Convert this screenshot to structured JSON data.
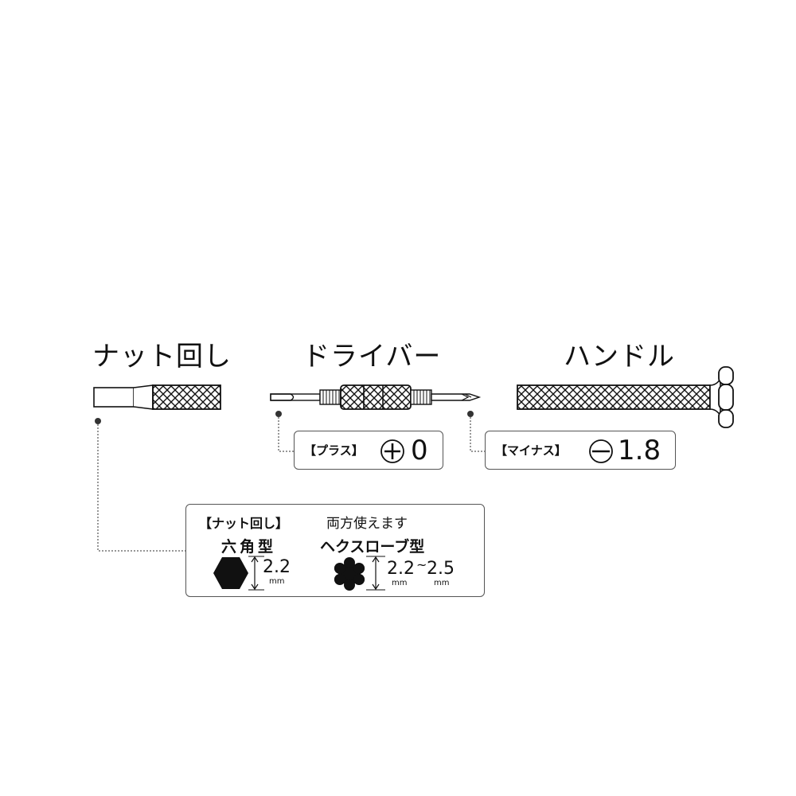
{
  "parts": {
    "nut_driver": {
      "title": "ナット回し"
    },
    "driver": {
      "title": "ドライバー"
    },
    "handle": {
      "title": "ハンドル"
    }
  },
  "tips": {
    "plus": {
      "label": "【プラス】",
      "symbol": "+",
      "size": "0"
    },
    "minus": {
      "label": "【マイナス】",
      "symbol": "−",
      "size": "1.8"
    }
  },
  "nut_box": {
    "label": "【ナット回し】",
    "note": "両方使えます",
    "hex": {
      "name": "六角型",
      "size": "2.2",
      "unit": "mm"
    },
    "hexalobe": {
      "name": "ヘクスローブ型",
      "size_min": "2.2",
      "separator": "~",
      "size_max": "2.5",
      "unit": "mm"
    }
  },
  "colors": {
    "stroke": "#111111",
    "leader": "#777777",
    "box_border": "#555555"
  }
}
